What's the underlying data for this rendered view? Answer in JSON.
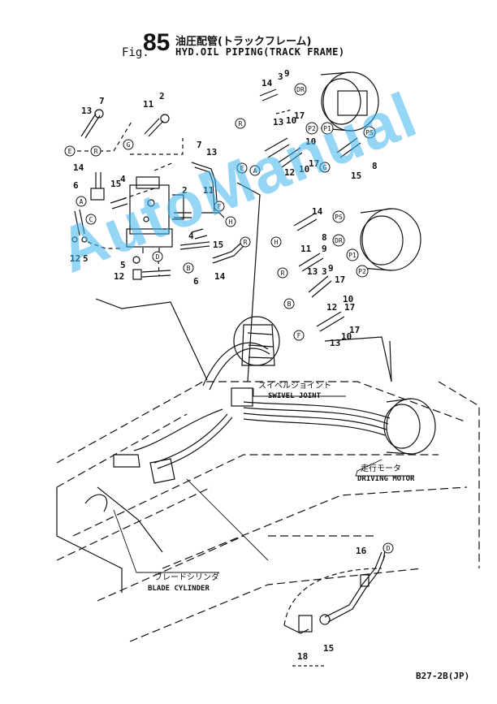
{
  "header": {
    "fig_prefix": "Fig.",
    "fig_number": "85",
    "title_jp": "油圧配管(トラックフレーム)",
    "title_en": "HYD.OIL PIPING(TRACK FRAME)"
  },
  "labels": {
    "swivel_jp": "スイベルジョイント",
    "swivel_en": "SWIVEL JOINT",
    "motor_jp": "走行モータ",
    "motor_en": "DRIVING MOTOR",
    "blade_jp": "ブレードシリンダ",
    "blade_en": "BLADE CYLINDER"
  },
  "page_code": "B27-2B(JP)",
  "watermark": "AutoManual",
  "circle_letters": [
    "A",
    "B",
    "C",
    "D",
    "E",
    "F",
    "G",
    "H",
    "R",
    "DR",
    "PS",
    "P1",
    "P2"
  ],
  "part_numbers": [
    "2",
    "3",
    "4",
    "5",
    "6",
    "7",
    "8",
    "9",
    "10",
    "11",
    "12",
    "13",
    "14",
    "15",
    "16",
    "17",
    "18"
  ],
  "colors": {
    "line": "#111111",
    "watermark": "#3fb4f0"
  }
}
